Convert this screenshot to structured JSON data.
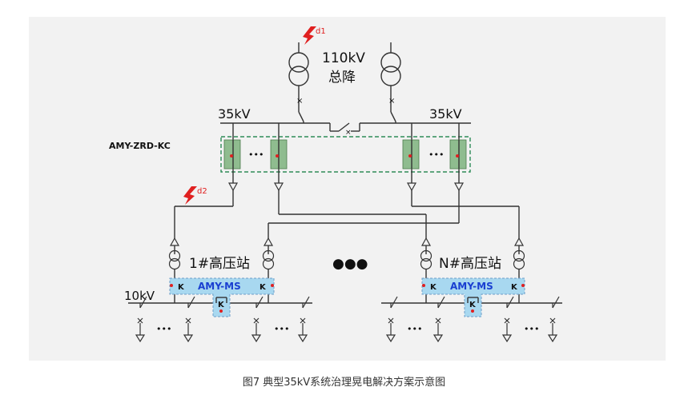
{
  "labels": {
    "fault_d1": "d1",
    "fault_d2": "d2",
    "main_voltage": "110kV",
    "main_name": "总降",
    "bus_left": "35kV",
    "bus_right": "35kV",
    "device_kc": "AMY-ZRD-KC",
    "ellipsis": "•••",
    "substation_1": "1#高压站",
    "substation_n": "N#高压站",
    "middle_ellipsis": "●●●",
    "ms_label": "AMY-MS",
    "k_label": "K",
    "bus_10kv": "10kV",
    "caption": "图7 典型35kV系统治理晃电解决方案示意图"
  },
  "colors": {
    "panel_bg": "#f2f2f2",
    "line": "#333333",
    "kc_module_fill": "#8fbc8f",
    "kc_box_border": "#2e8b57",
    "ms_fill": "#a8d8f0",
    "ms_border": "#6e9ec8",
    "ms_text": "#1a3fd1",
    "lightning": "#e02020"
  }
}
